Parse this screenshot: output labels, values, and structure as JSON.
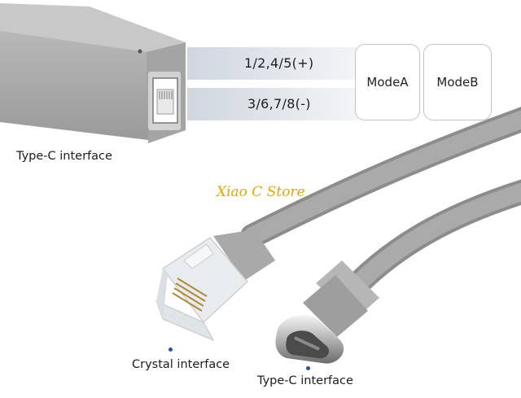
{
  "image": {
    "description_labels": {
      "top_type_c": "Type-C interface",
      "crystal": "Crystal interface",
      "bottom_type_c": "Type-C interface"
    },
    "pin_groups": [
      "1/2,4/5(+)",
      "3/6,7/8(-)"
    ],
    "modes": [
      "ModeA",
      "ModeB"
    ],
    "store_watermark": "Xiao C Store",
    "colors": {
      "cable_gray": "#9d9d9d",
      "body_gray": "#a9a9a9",
      "watermark": "#e0a800",
      "dot_blue": "#2c4fa6"
    }
  }
}
